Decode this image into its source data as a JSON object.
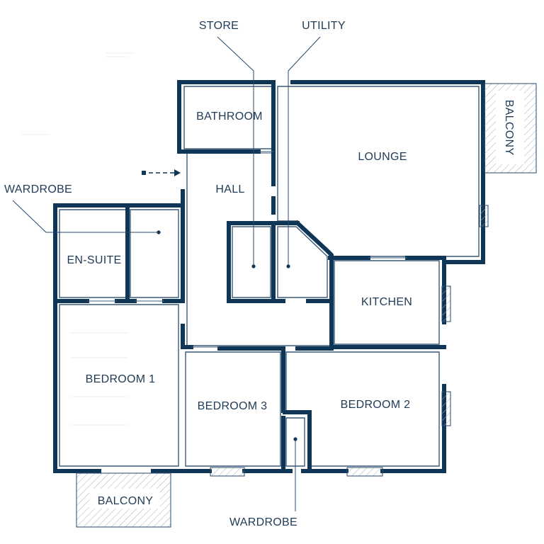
{
  "colors": {
    "wall": "#0f3557",
    "line": "#3a5a78",
    "text": "#1f3b57",
    "background": "#ffffff"
  },
  "rooms": {
    "bathroom": "BATHROOM",
    "lounge": "LOUNGE",
    "balcony_east": "BALCONY",
    "hall": "HALL",
    "en_suite": "EN-SUITE",
    "kitchen": "KITCHEN",
    "bedroom_1": "BEDROOM 1",
    "bedroom_3": "BEDROOM 3",
    "bedroom_2": "BEDROOM 2",
    "balcony_south": "BALCONY"
  },
  "callouts": {
    "store": "STORE",
    "utility": "UTILITY",
    "wardrobe_left": "WARDROBE",
    "wardrobe_bottom": "WARDROBE"
  },
  "icons": {
    "entrance": "entrance-arrow-icon"
  }
}
